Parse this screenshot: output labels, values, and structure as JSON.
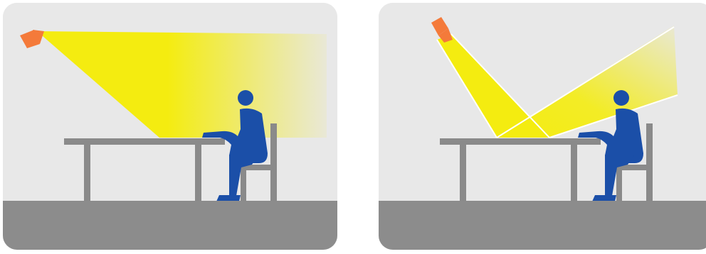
{
  "colors": {
    "background": "#e8e8e8",
    "floor": "#8c8c8c",
    "furniture": "#8a8a8a",
    "person": "#1b4fa8",
    "lamp": "#f47a3a",
    "light": "#f4ec10",
    "reflection_line": "#ffffff"
  },
  "panels": [
    {
      "id": "left",
      "lighting": "direct-light-toward-desk-and-person"
    },
    {
      "id": "right",
      "lighting": "light-reflected-off-desk-toward-person"
    }
  ]
}
